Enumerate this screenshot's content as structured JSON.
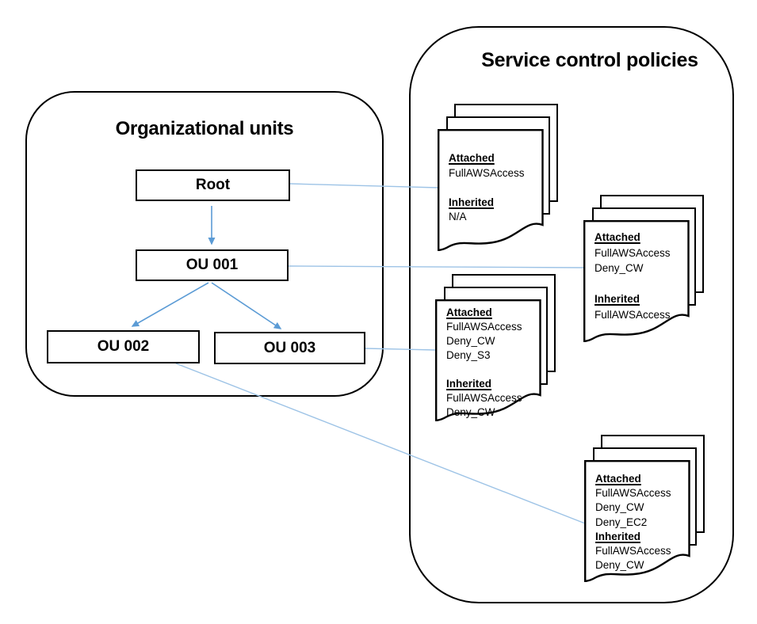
{
  "org": {
    "title": "Organizational units",
    "nodes": {
      "root": "Root",
      "ou001": "OU 001",
      "ou002": "OU 002",
      "ou003": "OU 003"
    }
  },
  "scp": {
    "title": "Service control policies",
    "docs": [
      {
        "linked_node": "Root",
        "attached_label": "Attached",
        "attached": [
          "FullAWSAccess"
        ],
        "inherited_label": "Inherited",
        "inherited": [
          "N/A"
        ]
      },
      {
        "linked_node": "OU 001",
        "attached_label": "Attached",
        "attached": [
          "FullAWSAccess",
          "Deny_CW"
        ],
        "inherited_label": "Inherited",
        "inherited": [
          "FullAWSAccess"
        ]
      },
      {
        "linked_node": "OU 003",
        "attached_label": "Attached",
        "attached": [
          "FullAWSAccess",
          "Deny_CW",
          "Deny_S3"
        ],
        "inherited_label": "Inherited",
        "inherited": [
          "FullAWSAccess",
          "Deny_CW"
        ]
      },
      {
        "linked_node": "OU 002",
        "attached_label": "Attached",
        "attached": [
          "FullAWSAccess",
          "Deny_CW",
          "Deny_EC2"
        ],
        "inherited_label": "Inherited",
        "inherited": [
          "FullAWSAccess",
          "Deny_CW"
        ]
      }
    ]
  },
  "colors": {
    "tree_arrow": "#5B9BD5",
    "connector_line": "#9DC3E6",
    "shape_border": "#000000"
  }
}
